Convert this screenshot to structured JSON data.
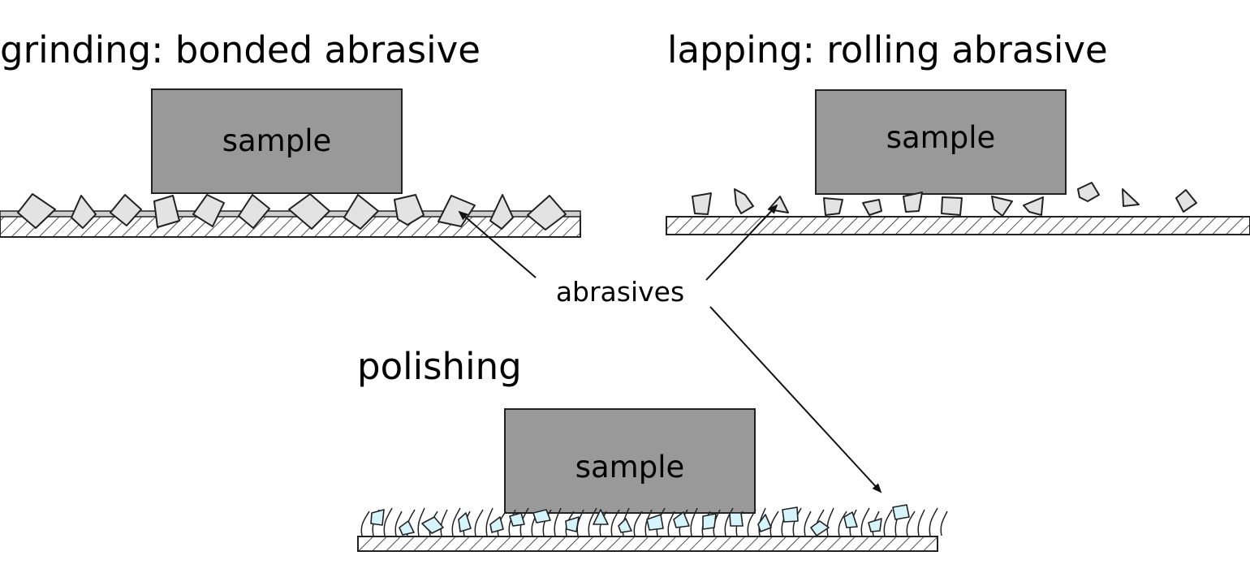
{
  "panels": {
    "grinding": {
      "title": "grinding: bonded abrasive",
      "sample_label": "sample"
    },
    "lapping": {
      "title": "lapping: rolling abrasive",
      "sample_label": "sample"
    },
    "polishing": {
      "title": "polishing",
      "sample_label": "sample"
    }
  },
  "callout": {
    "label": "abrasives"
  },
  "colors": {
    "sample": "#999999",
    "grain_grey": "#e3e3e3",
    "grain_blue": "#d6f4fb",
    "outline": "#222222"
  }
}
